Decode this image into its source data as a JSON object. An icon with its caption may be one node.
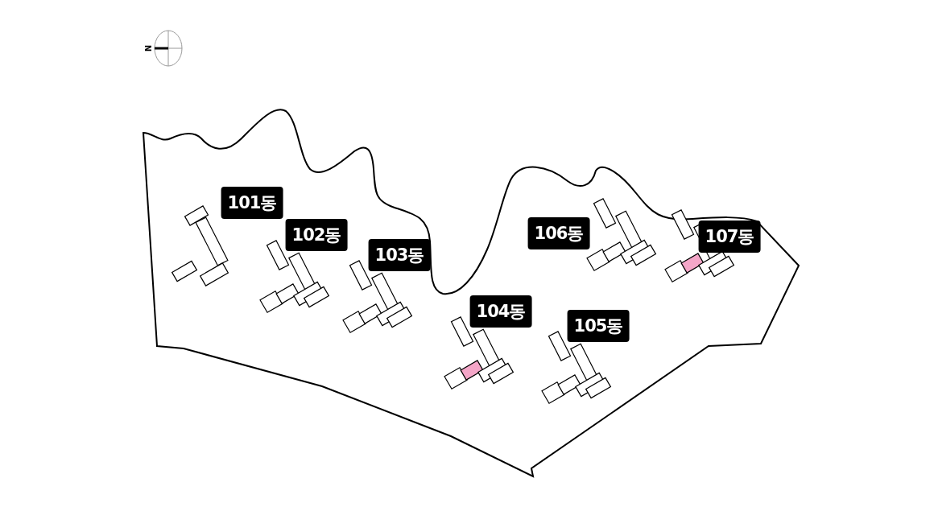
{
  "diagram": {
    "nodes": [
      {
        "text": [
          "101동"
        ]
      },
      {
        "text": [
          "102동"
        ]
      },
      {
        "text": [
          "103동"
        ]
      },
      {
        "text": [
          "104동"
        ]
      },
      {
        "text": [
          "105동"
        ]
      },
      {
        "text": [
          "106동"
        ]
      },
      {
        "text": [
          "107동"
        ]
      }
    ],
    "labels": [
      "N"
    ]
  }
}
